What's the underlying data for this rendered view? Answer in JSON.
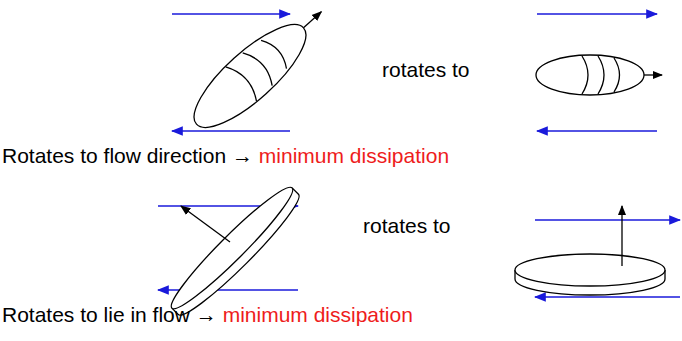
{
  "diagram": {
    "labels": [
      "rotates to",
      "Rotates to flow direction →",
      "minimum dissipation",
      "rotates to",
      "Rotates to lie in flow →",
      "minimum dissipation"
    ]
  }
}
